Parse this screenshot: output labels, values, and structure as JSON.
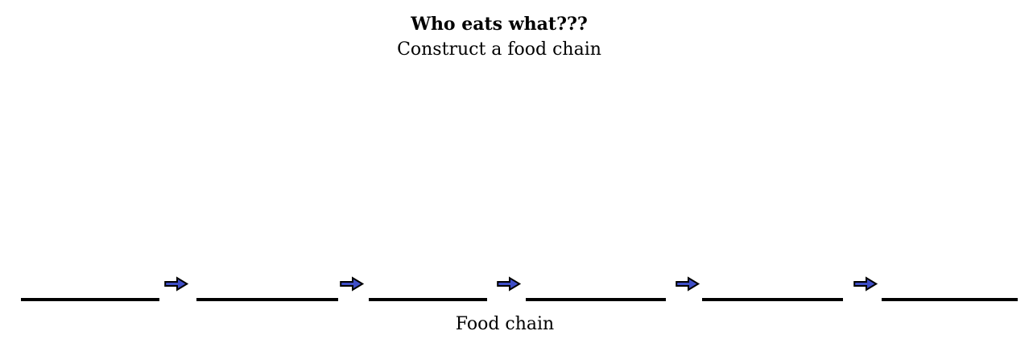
{
  "page": {
    "background_color": "#FFFFFF",
    "text_color": "#000000"
  },
  "header": {
    "title": "Who eats what???",
    "subtitle": "Construct a food chain"
  },
  "food_chain": {
    "label": "Food chain",
    "blank_count": 6,
    "arrow_count": 5,
    "blanks": [
      "",
      "",
      "",
      "",
      "",
      ""
    ],
    "arrow_icon": "right-block-arrow",
    "arrow_fill_color": "#3F4EC7",
    "arrow_outline_color": "#000000",
    "blank_line_color": "#000000"
  }
}
